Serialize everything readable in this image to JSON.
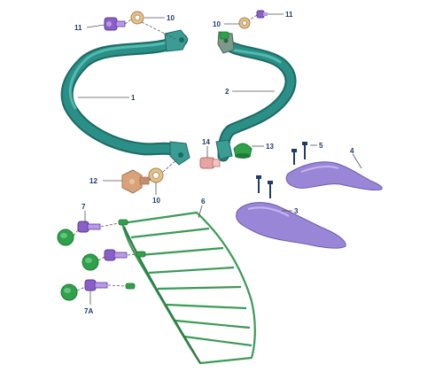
{
  "callouts": {
    "c1": "1",
    "c2": "2",
    "c3": "3",
    "c4": "4",
    "c5": "5",
    "c6": "6",
    "c7": "7",
    "c7a": "7A",
    "c10_left_top": "10",
    "c10_right_top": "10",
    "c10_left_bottom": "10",
    "c11_left": "11",
    "c11_right": "11",
    "c12": "12",
    "c13": "13",
    "c14": "14"
  },
  "colors": {
    "bar": "#2a8f86",
    "bar_dark": "#1c6a63",
    "bar_light": "#5fc3b9",
    "purple": "#8a5fc7",
    "purple_light": "#b89be6",
    "skid": "#9a86d6",
    "skid_dark": "#6f5ab0",
    "green": "#2fa14a",
    "green_dark": "#1f7a35",
    "guard": "#3b9a55",
    "tan": "#d9a37a",
    "tan_dark": "#a9735a",
    "pink": "#e8a3a3",
    "washer": "#e6c08a"
  }
}
